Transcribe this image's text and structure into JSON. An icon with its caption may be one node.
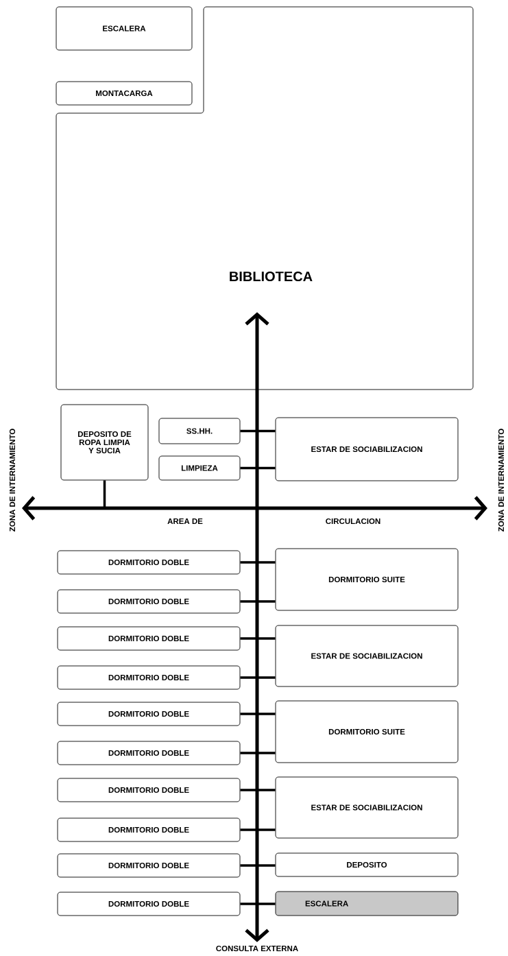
{
  "diagram": {
    "nodes": [
      {
        "text": [
          "ESCALERA"
        ]
      },
      {
        "text": [
          "MONTACARGA"
        ]
      },
      {
        "text": [
          "BIBLIOTECA"
        ]
      },
      {
        "text": [
          "ZONA DE INTERNAMIENTO"
        ]
      },
      {
        "text": [
          "DEPOSITO DE ROPA LIMPIA Y SUCIA"
        ]
      },
      {
        "text": [
          "SS.HH."
        ]
      },
      {
        "text": [
          "LIMPIEZA"
        ]
      },
      {
        "text": [
          "ESTAR DE SOCIABILIZACION"
        ]
      },
      {
        "text": [
          "ZONA DE INTERNAMIENTO"
        ]
      },
      {
        "text": [
          "DORMITORIO DOBLE"
        ]
      },
      {
        "text": [
          "DORMITORIO SUITE"
        ]
      },
      {
        "text": [
          "DORMITORIO DOBLE"
        ]
      },
      {
        "text": [
          "DORMITORIO DOBLE"
        ]
      },
      {
        "text": [
          "ESTAR DE SOCIABILIZACION"
        ]
      },
      {
        "text": [
          "DORMITORIO DOBLE"
        ]
      },
      {
        "text": [
          "DORMITORIO DOBLE"
        ]
      },
      {
        "text": [
          "DORMITORIO SUITE"
        ]
      },
      {
        "text": [
          "DORMITORIO DOBLE"
        ]
      },
      {
        "text": [
          "DORMITORIO DOBLE"
        ]
      },
      {
        "text": [
          "ESTAR DE SOCIABILIZACION"
        ]
      },
      {
        "text": [
          "DORMITORIO DOBLE"
        ]
      },
      {
        "text": [
          "DORMITORIO DOBLE"
        ]
      },
      {
        "text": [
          "DEPOSITO"
        ]
      },
      {
        "text": [
          "DORMITORIO DOBLE"
        ]
      },
      {
        "text": [
          "ESCALERA"
        ]
      },
      {
        "text": [
          "CONSULTA EXTERNA"
        ]
      }
    ],
    "edges": [
      {
        "from": 25,
        "to": 2,
        "arrow": "both"
      },
      {
        "from": 3,
        "to": 8,
        "arrow": "both"
      },
      {
        "from": 4,
        "to": null,
        "arrow": "none"
      },
      {
        "from": 5,
        "to": 7,
        "arrow": "none"
      },
      {
        "from": 6,
        "to": 7,
        "arrow": "none"
      },
      {
        "from": 9,
        "to": 10,
        "arrow": "none"
      },
      {
        "from": 11,
        "to": 10,
        "arrow": "none"
      },
      {
        "from": 12,
        "to": 13,
        "arrow": "none"
      },
      {
        "from": 14,
        "to": 13,
        "arrow": "none"
      },
      {
        "from": 15,
        "to": 16,
        "arrow": "none"
      },
      {
        "from": 17,
        "to": 16,
        "arrow": "none"
      },
      {
        "from": 18,
        "to": 19,
        "arrow": "none"
      },
      {
        "from": 20,
        "to": 19,
        "arrow": "none"
      },
      {
        "from": 21,
        "to": 22,
        "arrow": "none"
      },
      {
        "from": 23,
        "to": 24,
        "arrow": "none"
      }
    ],
    "labels": [
      "AREA DE",
      "CIRCULACION"
    ]
  }
}
